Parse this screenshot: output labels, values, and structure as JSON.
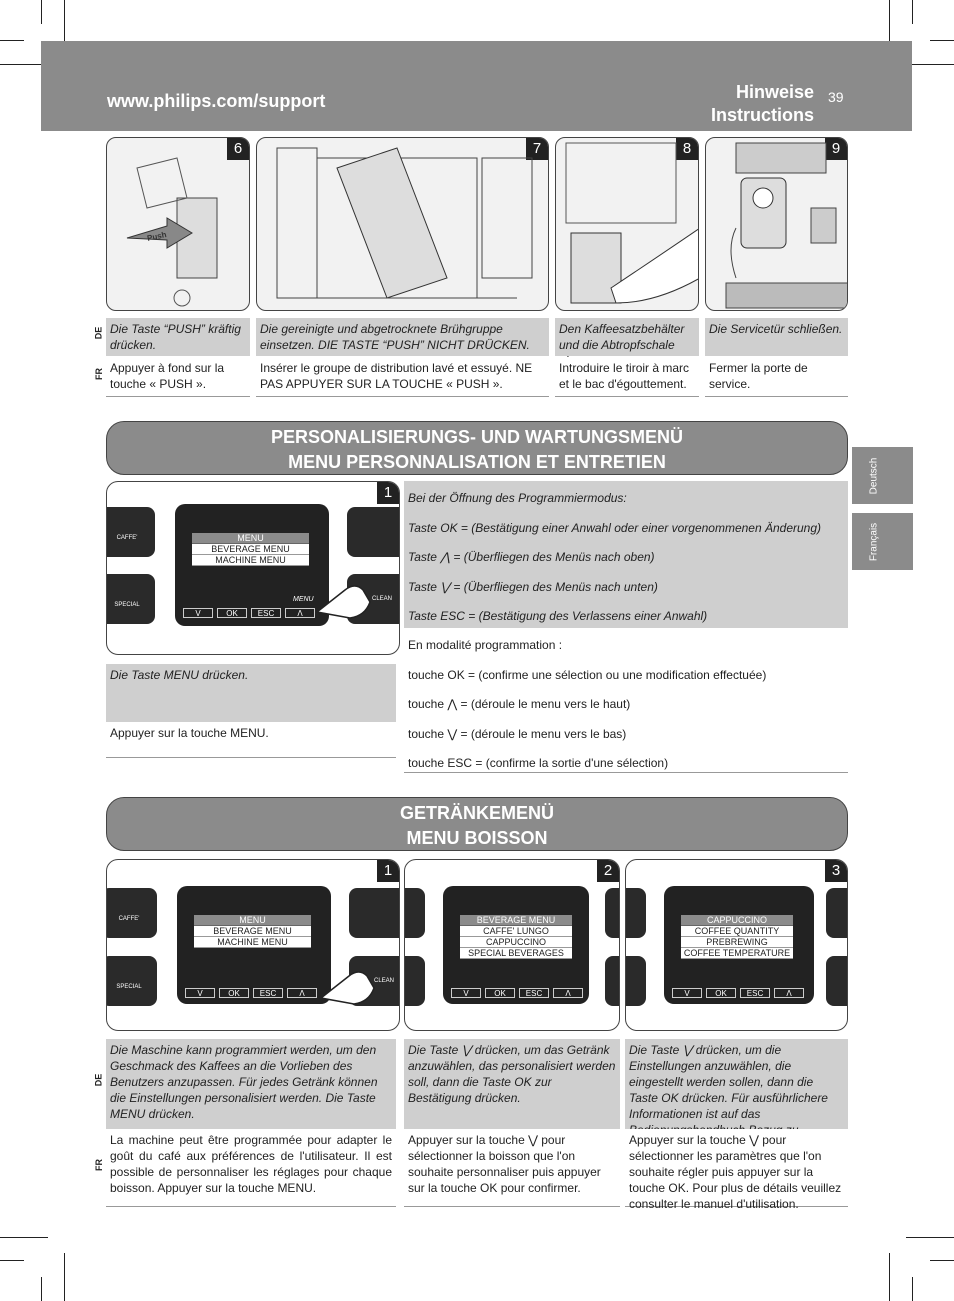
{
  "header": {
    "url": "www.philips.com/support",
    "title_de": "Hinweise",
    "title_fr": "Instructions",
    "page_number": "39"
  },
  "language_tabs": [
    "Deutsch",
    "Français"
  ],
  "steps_top": [
    {
      "num": "6",
      "de": "Die Taste “PUSH” kräftig drücken.",
      "fr": "Appuyer à fond sur la touche « PUSH ».",
      "label": "Push"
    },
    {
      "num": "7",
      "de": "Die gereinigte und abgetrocknete Brühgruppe einsetzen. DIE TASTE “PUSH” NICHT DRÜCKEN.",
      "fr": "Insérer le groupe de distribution lavé et essuyé. NE PAS APPUYER SUR LA TOUCHE « PUSH »."
    },
    {
      "num": "8",
      "de": "Den Kaffeesatzbehälter und die Abtropfschale einsetzen.",
      "fr": "Introduire le tiroir à marc et le bac d'égouttement."
    },
    {
      "num": "9",
      "de": "Die Servicetür schließen.",
      "fr": "Fermer la porte de service."
    }
  ],
  "lang_codes": {
    "de": "DE",
    "fr": "FR"
  },
  "section1": {
    "title_de": "PERSONALISIERUNGS- UND WARTUNGSMENÜ",
    "title_fr": "MENU PERSONNALISATION ET ENTRETIEN",
    "num": "1",
    "screen": {
      "header": "MENU",
      "items": [
        "BEVERAGE MENU",
        "MACHINE MENU"
      ],
      "menu_label": "MENU"
    },
    "buttons": {
      "caffe": "CAFFE'",
      "special": "SPECIAL",
      "clean": "CLEAN",
      "ok": "OK",
      "esc": "ESC",
      "down": "V",
      "up": "Λ"
    },
    "de_intro": "Bei der Öffnung des Programmiermodus:",
    "de_lines": [
      "Taste OK = (Bestätigung einer Anwahl oder einer vorgenommenen Änderung)",
      "Taste ⋀ = (Überfliegen des Menüs nach oben)",
      "Taste ⋁ = (Überfliegen des Menüs nach unten)",
      "Taste ESC = (Bestätigung des Verlassens einer Anwahl)"
    ],
    "fr_intro": "En modalité programmation :",
    "fr_lines": [
      "touche OK = (confirme une sélection ou une modification effectuée)",
      "touche ⋀ = (déroule le menu vers le haut)",
      "touche ⋁ = (déroule le menu vers le bas)",
      "touche ESC = (confirme la sortie d'une sélection)"
    ],
    "left_de": "Die Taste MENU drücken.",
    "left_fr": "Appuyer sur la touche MENU."
  },
  "section2": {
    "title_de": "GETRÄNKEMENÜ",
    "title_fr": "MENU BOISSON",
    "panels": [
      {
        "num": "1",
        "header": "MENU",
        "items": [
          "BEVERAGE MENU",
          "MACHINE MENU"
        ],
        "de": "Die Maschine kann programmiert werden, um den Geschmack des Kaffees an die Vorlieben des Benutzers anzupassen. Für jedes Getränk können die Einstellungen personalisiert werden. Die Taste MENU drücken.",
        "fr": "La machine peut être programmée pour adapter le goût du café aux préférences de l'utilisateur. Il est possible de personnaliser les réglages pour chaque boisson. Appuyer sur la touche MENU."
      },
      {
        "num": "2",
        "header": "BEVERAGE MENU",
        "items": [
          "CAFFE' LUNGO",
          "CAPPUCCINO",
          "SPECIAL BEVERAGES"
        ],
        "de": "Die Taste ⋁ drücken, um das Getränk anzuwählen, das personalisiert werden soll, dann die Taste OK zur Bestätigung drücken.",
        "fr": "Appuyer sur la touche ⋁ pour sélectionner la boisson que l'on souhaite personnaliser puis appuyer sur la touche OK pour confirmer."
      },
      {
        "num": "3",
        "header": "CAPPUCCINO",
        "items": [
          "COFFEE QUANTITY",
          "PREBREWING",
          "COFFEE TEMPERATURE"
        ],
        "de": "Die Taste ⋁ drücken, um die Einstellungen anzuwählen, die eingestellt werden sollen, dann die Taste OK drücken. Für ausführlichere Informationen ist auf das Bedienungshandbuch Bezug zu nehmen.",
        "fr": "Appuyer sur la touche ⋁ pour sélectionner les paramètres que l'on souhaite régler puis appuyer sur la touche OK. Pour plus de détails veuillez consulter le manuel d'utilisation."
      }
    ]
  }
}
